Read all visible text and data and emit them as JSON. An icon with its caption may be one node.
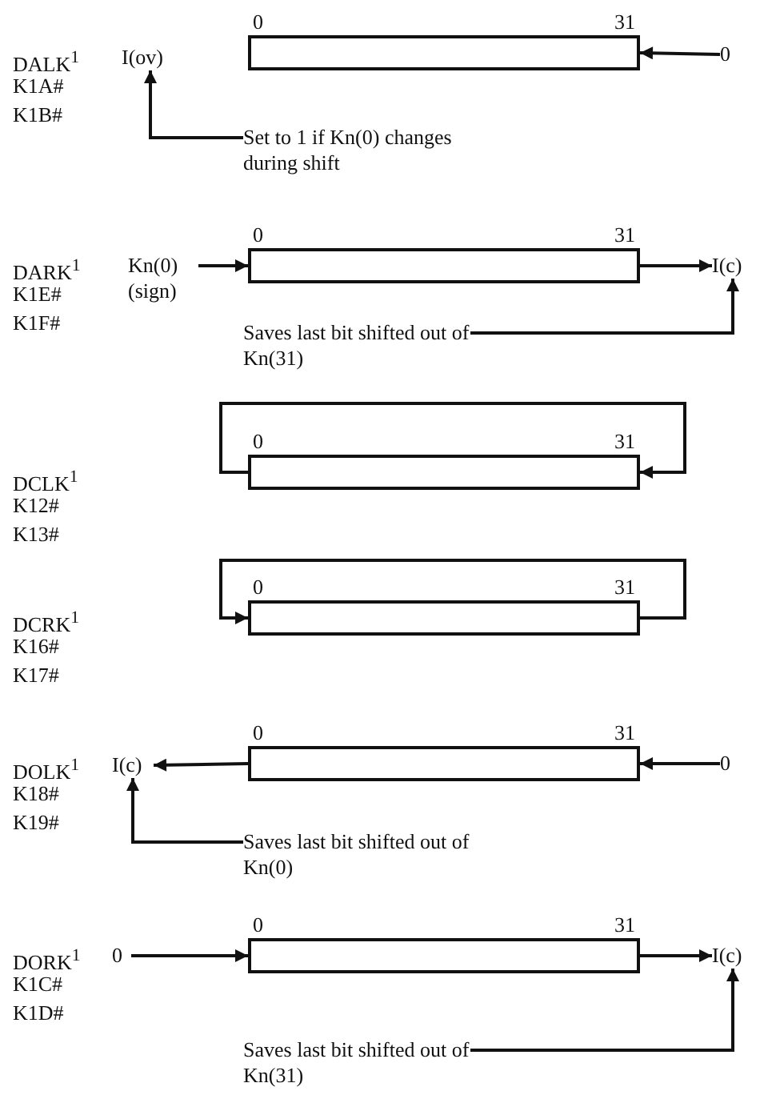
{
  "diagram": {
    "nodes": [
      {
        "text": [
          "I(ov)"
        ]
      },
      {
        "text": [],
        "shape": "box",
        "beside": [
          "0",
          "31"
        ]
      },
      {
        "text": [
          "0"
        ]
      },
      {
        "text": [
          "Set to 1 if Kn(0) changes during shift"
        ]
      },
      {
        "text": [
          "Kn(0) (sign)"
        ]
      },
      {
        "text": [],
        "shape": "box",
        "beside": [
          "0",
          "31"
        ]
      },
      {
        "text": [
          "I(c)"
        ]
      },
      {
        "text": [
          "Saves last bit shifted out of Kn(31)"
        ]
      },
      {
        "text": [],
        "shape": "box",
        "beside": [
          "0",
          "31"
        ]
      },
      {
        "text": [],
        "shape": "box",
        "beside": [
          "0",
          "31"
        ]
      },
      {
        "text": [
          "I(c)"
        ]
      },
      {
        "text": [],
        "shape": "box",
        "beside": [
          "0",
          "31"
        ]
      },
      {
        "text": [
          "0"
        ]
      },
      {
        "text": [
          "Saves last bit shifted out of Kn(0)"
        ]
      },
      {
        "text": [
          "0"
        ]
      },
      {
        "text": [],
        "shape": "box",
        "beside": [
          "0",
          "31"
        ]
      },
      {
        "text": [
          "I(c)"
        ]
      },
      {
        "text": [
          "Saves last bit shifted out of Kn(31)"
        ]
      }
    ],
    "edges": [
      {
        "from": 2,
        "to": 1,
        "arrow": "to"
      },
      {
        "from": 3,
        "to": 0,
        "arrow": "to"
      },
      {
        "from": 4,
        "to": 5,
        "arrow": "to"
      },
      {
        "from": 5,
        "to": 6,
        "arrow": "to"
      },
      {
        "from": 7,
        "to": 6,
        "arrow": "to"
      },
      {
        "from": 8,
        "to": 8,
        "arrow": "to"
      },
      {
        "from": 9,
        "to": 9,
        "arrow": "to"
      },
      {
        "from": 11,
        "to": 10,
        "arrow": "to"
      },
      {
        "from": 12,
        "to": 11,
        "arrow": "to"
      },
      {
        "from": 13,
        "to": 10,
        "arrow": "to"
      },
      {
        "from": 14,
        "to": 15,
        "arrow": "to"
      },
      {
        "from": 15,
        "to": 16,
        "arrow": "to"
      },
      {
        "from": 17,
        "to": 16,
        "arrow": "to"
      }
    ],
    "labels": [
      "DALK$^{1}$",
      "K1A#",
      "K1B#",
      "DARK$^{1}$",
      "K1E#",
      "K1F#",
      "DCLK$^{1}$",
      "K12#",
      "K13#",
      "DCRK$^{1}$",
      "K16#",
      "K17#",
      "DOLK$^{1}$",
      "K18#",
      "K19#",
      "DORK$^{1}$",
      "K1C#",
      "K1D#"
    ]
  }
}
